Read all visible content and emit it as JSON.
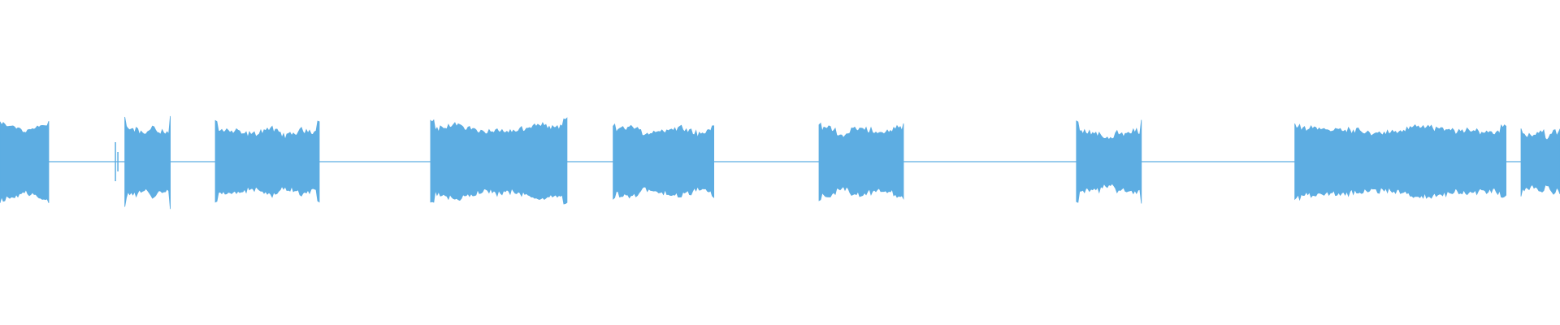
{
  "chart_data": {
    "type": "area",
    "description_kind": "audio-waveform",
    "title": "",
    "xlabel": "",
    "ylabel": "",
    "xlim": [
      0,
      1
    ],
    "ylim": [
      -1,
      1
    ],
    "grid": false,
    "color": "#5dade2",
    "baseline_color": "#5dade2",
    "segments": [
      {
        "name": "",
        "start": 0.0,
        "end": 0.032,
        "amplitude": 0.52,
        "peak": 0.62
      },
      {
        "name": "",
        "start": 0.08,
        "end": 0.11,
        "amplitude": 0.48,
        "peak": 0.7
      },
      {
        "name": "",
        "start": 0.138,
        "end": 0.205,
        "amplitude": 0.45,
        "peak": 0.62
      },
      {
        "name": "",
        "start": 0.276,
        "end": 0.364,
        "amplitude": 0.5,
        "peak": 0.65
      },
      {
        "name": "",
        "start": 0.393,
        "end": 0.458,
        "amplitude": 0.48,
        "peak": 0.55
      },
      {
        "name": "",
        "start": 0.525,
        "end": 0.58,
        "amplitude": 0.47,
        "peak": 0.58
      },
      {
        "name": "",
        "start": 0.69,
        "end": 0.732,
        "amplitude": 0.42,
        "peak": 0.62
      },
      {
        "name": "",
        "start": 0.83,
        "end": 0.966,
        "amplitude": 0.48,
        "peak": 0.55
      },
      {
        "name": "",
        "start": 0.975,
        "end": 1.0,
        "amplitude": 0.42,
        "peak": 0.5
      }
    ],
    "transients": [
      {
        "x": 0.074,
        "amplitude": 0.3
      }
    ]
  }
}
